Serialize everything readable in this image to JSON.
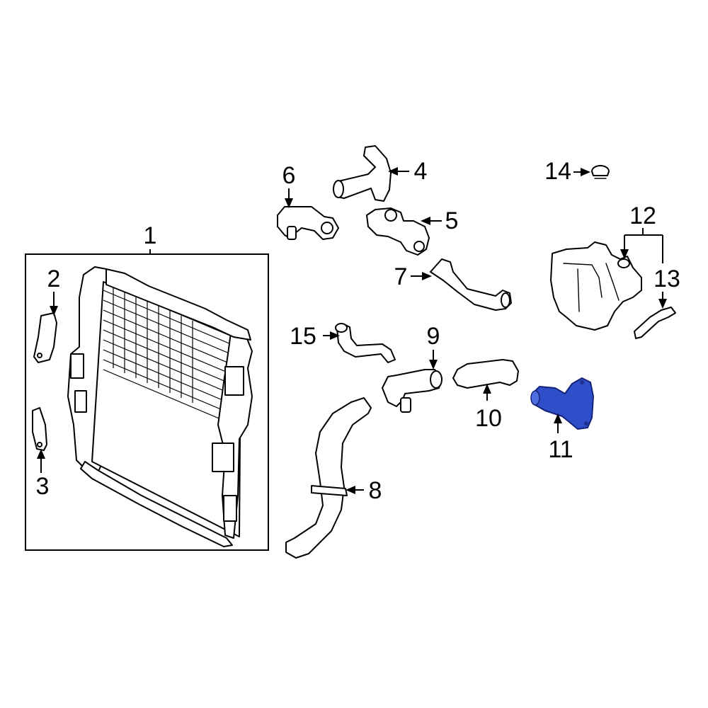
{
  "callouts": [
    {
      "id": "1",
      "text": "1"
    },
    {
      "id": "2",
      "text": "2"
    },
    {
      "id": "3",
      "text": "3"
    },
    {
      "id": "4",
      "text": "4"
    },
    {
      "id": "5",
      "text": "5"
    },
    {
      "id": "6",
      "text": "6"
    },
    {
      "id": "7",
      "text": "7"
    },
    {
      "id": "8",
      "text": "8"
    },
    {
      "id": "9",
      "text": "9"
    },
    {
      "id": "10",
      "text": "10"
    },
    {
      "id": "11",
      "text": "11"
    },
    {
      "id": "12",
      "text": "12"
    },
    {
      "id": "13",
      "text": "13"
    },
    {
      "id": "14",
      "text": "14"
    },
    {
      "id": "15",
      "text": "15"
    }
  ],
  "highlighted_part": "11",
  "colors": {
    "line": "#000000",
    "background": "#ffffff",
    "highlight_fill": "#2e4fc9",
    "highlight_stroke": "#14237a"
  }
}
